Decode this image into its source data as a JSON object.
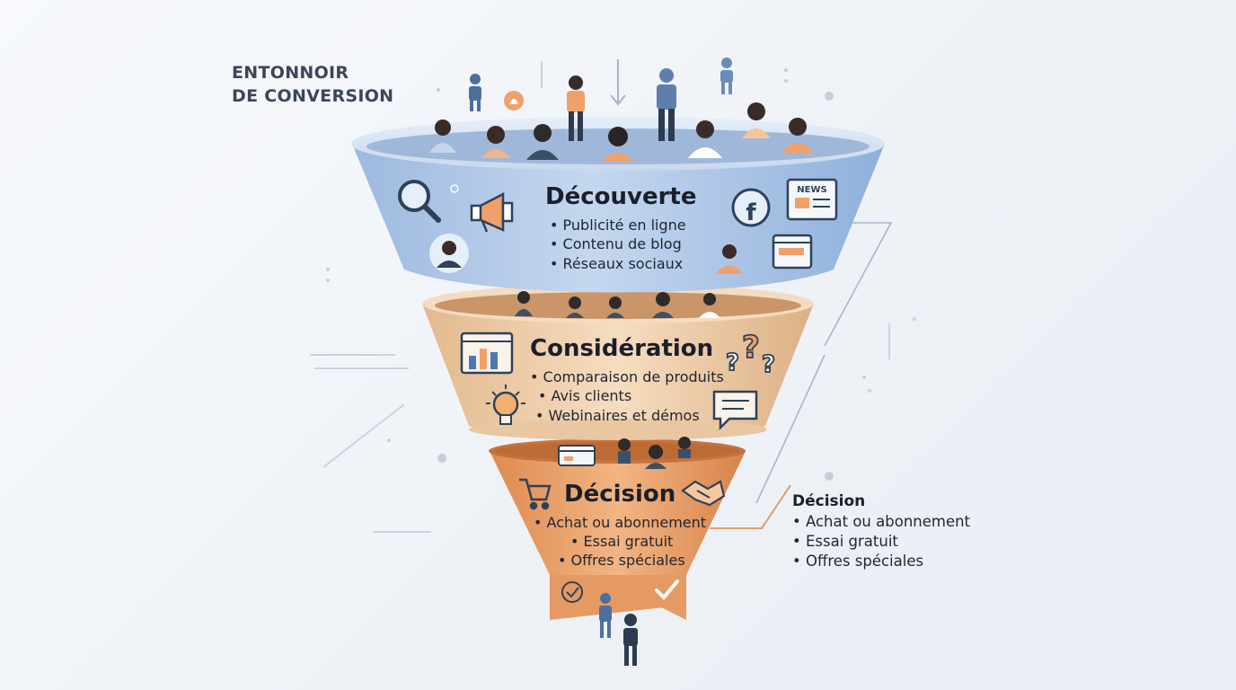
{
  "title": {
    "line1": "ENTONNOIR",
    "line2": "DE CONVERSION"
  },
  "stages": [
    {
      "name": "Découverte",
      "items": [
        "Publicité en ligne",
        "Contenu de blog",
        "Réseaux sociaux"
      ]
    },
    {
      "name": "Considération",
      "items": [
        "Comparaison de produits",
        "Avis clients",
        "Webinaires et démos"
      ]
    },
    {
      "name": "Décision",
      "items": [
        "Achat ou abonnement",
        "Essai gratuit",
        "Offres spéciales"
      ]
    }
  ],
  "callout": {
    "title": "Décision",
    "items": [
      "Achat ou abonnement",
      "Essai gratuit",
      "Offres spéciales"
    ]
  },
  "icons": {
    "discovery": [
      "search-icon",
      "megaphone-icon",
      "facebook-icon",
      "news-icon",
      "user-avatar-icon",
      "browser-window-icon"
    ],
    "consideration": [
      "bar-chart-icon",
      "question-marks-icon",
      "lightbulb-icon",
      "chat-bubble-icon"
    ],
    "decision": [
      "credit-card-icon",
      "shopping-cart-icon",
      "handshake-icon",
      "check-circle-icon",
      "checkmark-icon"
    ]
  },
  "news_label": "NEWS",
  "colors": {
    "discovery": "#a9c3e6",
    "consideration": "#efd2b0",
    "decision": "#e79a62",
    "accent_orange": "#f0a06a",
    "dark_blue": "#2e4159"
  }
}
